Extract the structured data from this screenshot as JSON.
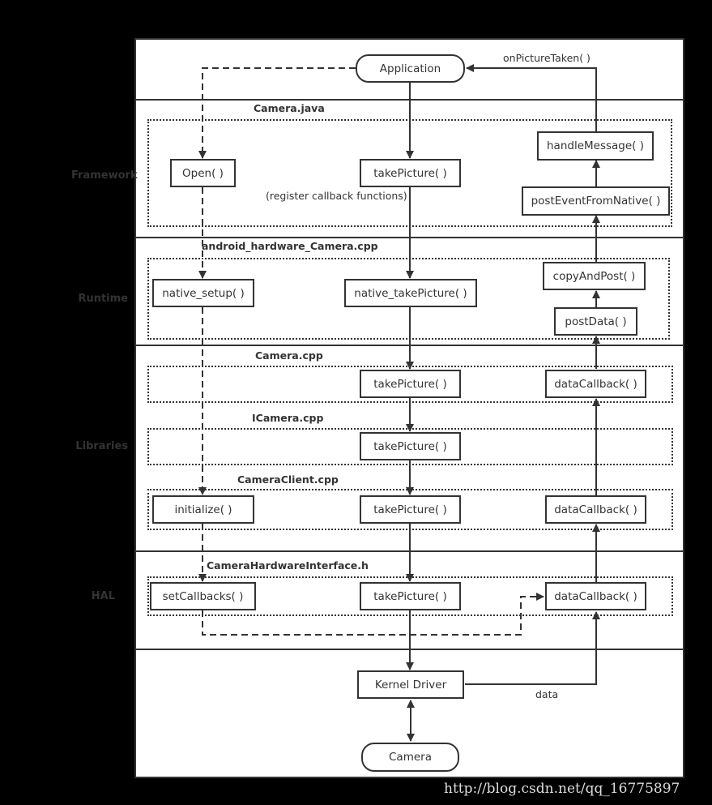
{
  "layers": [
    {
      "id": "framework",
      "label": "Framework"
    },
    {
      "id": "runtime",
      "label": "Runtime"
    },
    {
      "id": "libraries",
      "label": "Libraries"
    },
    {
      "id": "hal",
      "label": "HAL"
    }
  ],
  "groups": {
    "camera_java": "Camera.java",
    "android_hardware_camera": "android_hardware_Camera.cpp",
    "camera_cpp": "Camera.cpp",
    "icamera_cpp": "ICamera.cpp",
    "camera_client_cpp": "CameraClient.cpp",
    "camera_hw_interface": "CameraHardwareInterface.h"
  },
  "nodes": {
    "application": "Application",
    "open": "Open( )",
    "take_picture_java": "takePicture( )",
    "handle_message": "handleMessage( )",
    "post_event_from_native": "postEventFromNative( )",
    "native_setup": "native_setup( )",
    "native_take_picture": "native_takePicture( )",
    "copy_and_post": "copyAndPost( )",
    "post_data": "postData( )",
    "take_picture_camera_cpp": "takePicture( )",
    "data_callback_camera_cpp": "dataCallback( )",
    "take_picture_icamera": "takePicture( )",
    "initialize": "initialize( )",
    "take_picture_client": "takePicture( )",
    "data_callback_client": "dataCallback( )",
    "set_callbacks": "setCallbacks( )",
    "take_picture_hal": "takePicture( )",
    "data_callback_hal": "dataCallback( )",
    "kernel_driver": "Kernel Driver",
    "camera": "Camera"
  },
  "notes": {
    "on_picture_taken": "onPictureTaken( )",
    "register_callbacks": "(register callback functions)",
    "data": "data"
  },
  "watermark": "http://blog.csdn.net/qq_16775897",
  "colors": {
    "line": "#333333",
    "background": "#000000",
    "canvas": "#ffffff"
  }
}
